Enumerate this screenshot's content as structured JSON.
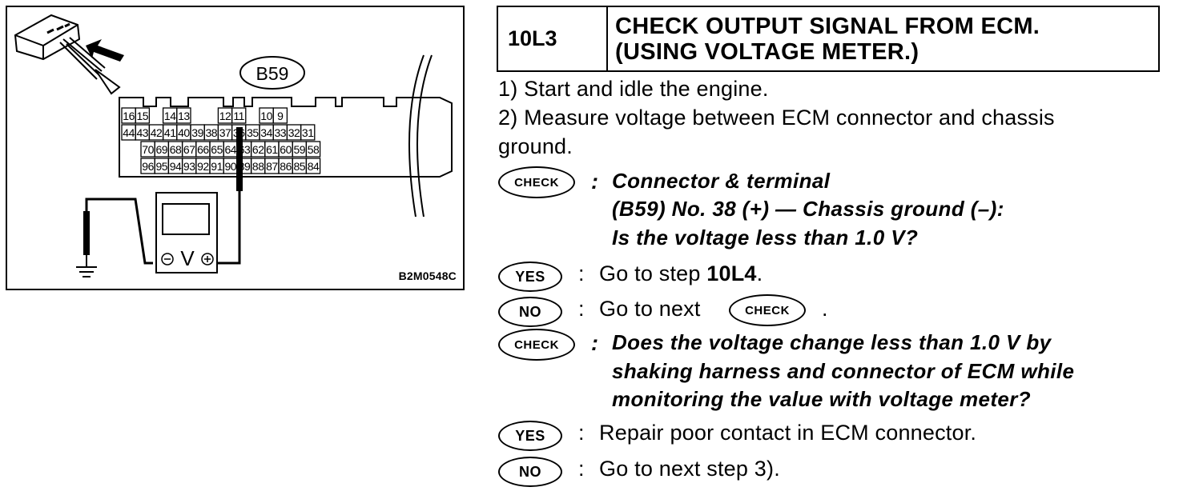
{
  "figure": {
    "connector_label": "B59",
    "figure_code": "B2M0548C",
    "voltmeter_symbol": "V",
    "terminal_rows": [
      [
        "16",
        "15",
        "",
        "14",
        "13",
        "",
        "",
        "12",
        "11",
        "",
        "10",
        "9",
        ""
      ],
      [
        "44",
        "43",
        "42",
        "41",
        "40",
        "39",
        "38",
        "37",
        "36",
        "35",
        "34",
        "33",
        "32",
        "31"
      ],
      [
        "70",
        "69",
        "68",
        "67",
        "66",
        "65",
        "64",
        "63",
        "62",
        "61",
        "60",
        "59",
        "58"
      ],
      [
        "96",
        "95",
        "94",
        "93",
        "92",
        "91",
        "90",
        "89",
        "88",
        "87",
        "86",
        "85",
        "84"
      ]
    ]
  },
  "step": {
    "id": "10L3",
    "title_line1": "CHECK OUTPUT SIGNAL FROM ECM.",
    "title_line2": "(USING VOLTAGE METER.)"
  },
  "procedure": {
    "line1": "1)  Start and idle the engine.",
    "line2": "2)  Measure voltage between ECM connector and chassis",
    "line3": "ground."
  },
  "badges": {
    "check": "CHECK",
    "yes": "YES",
    "no": "NO"
  },
  "check1": {
    "line1": "Connector & terminal",
    "line2": "(B59) No. 38 (+) — Chassis ground (–):",
    "line3": "Is the voltage less than 1.0 V?"
  },
  "yes1": {
    "prefix": "Go to step ",
    "target": "10L4",
    "suffix": "."
  },
  "no1": {
    "prefix": "Go to next",
    "suffix": "."
  },
  "check2": {
    "line1": "Does the voltage change less than 1.0 V by",
    "line2": "shaking harness and connector of ECM while",
    "line3": "monitoring the value with voltage meter?"
  },
  "yes2": {
    "text": "Repair poor contact in ECM connector."
  },
  "no2": {
    "text": "Go to next step 3)."
  }
}
